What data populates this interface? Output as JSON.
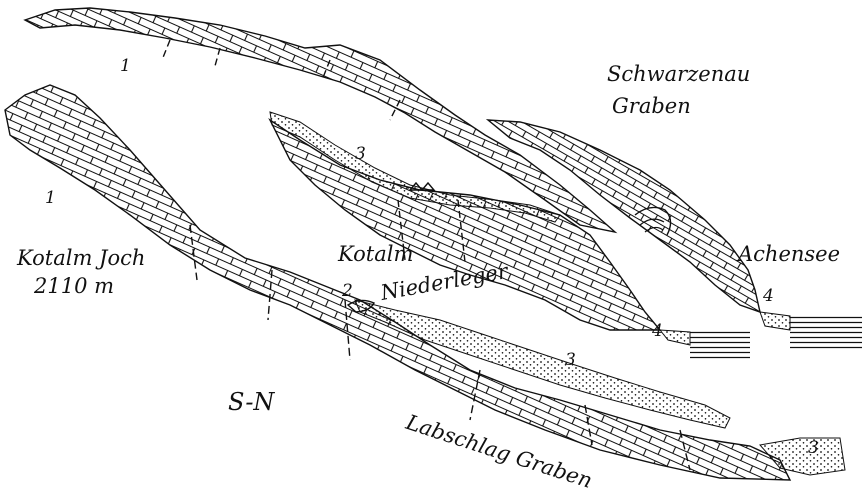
{
  "figure": {
    "place_labels": {
      "schwarzenau": "Schwarzenau",
      "graben_top": "Graben",
      "kotalm_joch": "Kotalm Joch",
      "elevation": "2110 m",
      "kotalm": "Kotalm",
      "niederleger": "Niederleger",
      "achensee": "Achensee",
      "orientation": "S-N",
      "labschlag_graben": "Labschlag Graben"
    },
    "unit_labels": {
      "u1_top": "1",
      "u1_left": "1",
      "u2": "2",
      "u3_middle": "3",
      "u3_lower": "3",
      "u3_right": "3",
      "u4_middle": "4",
      "u4_right": "4"
    },
    "colors": {
      "ink": "#111111",
      "paper": "#ffffff"
    }
  }
}
